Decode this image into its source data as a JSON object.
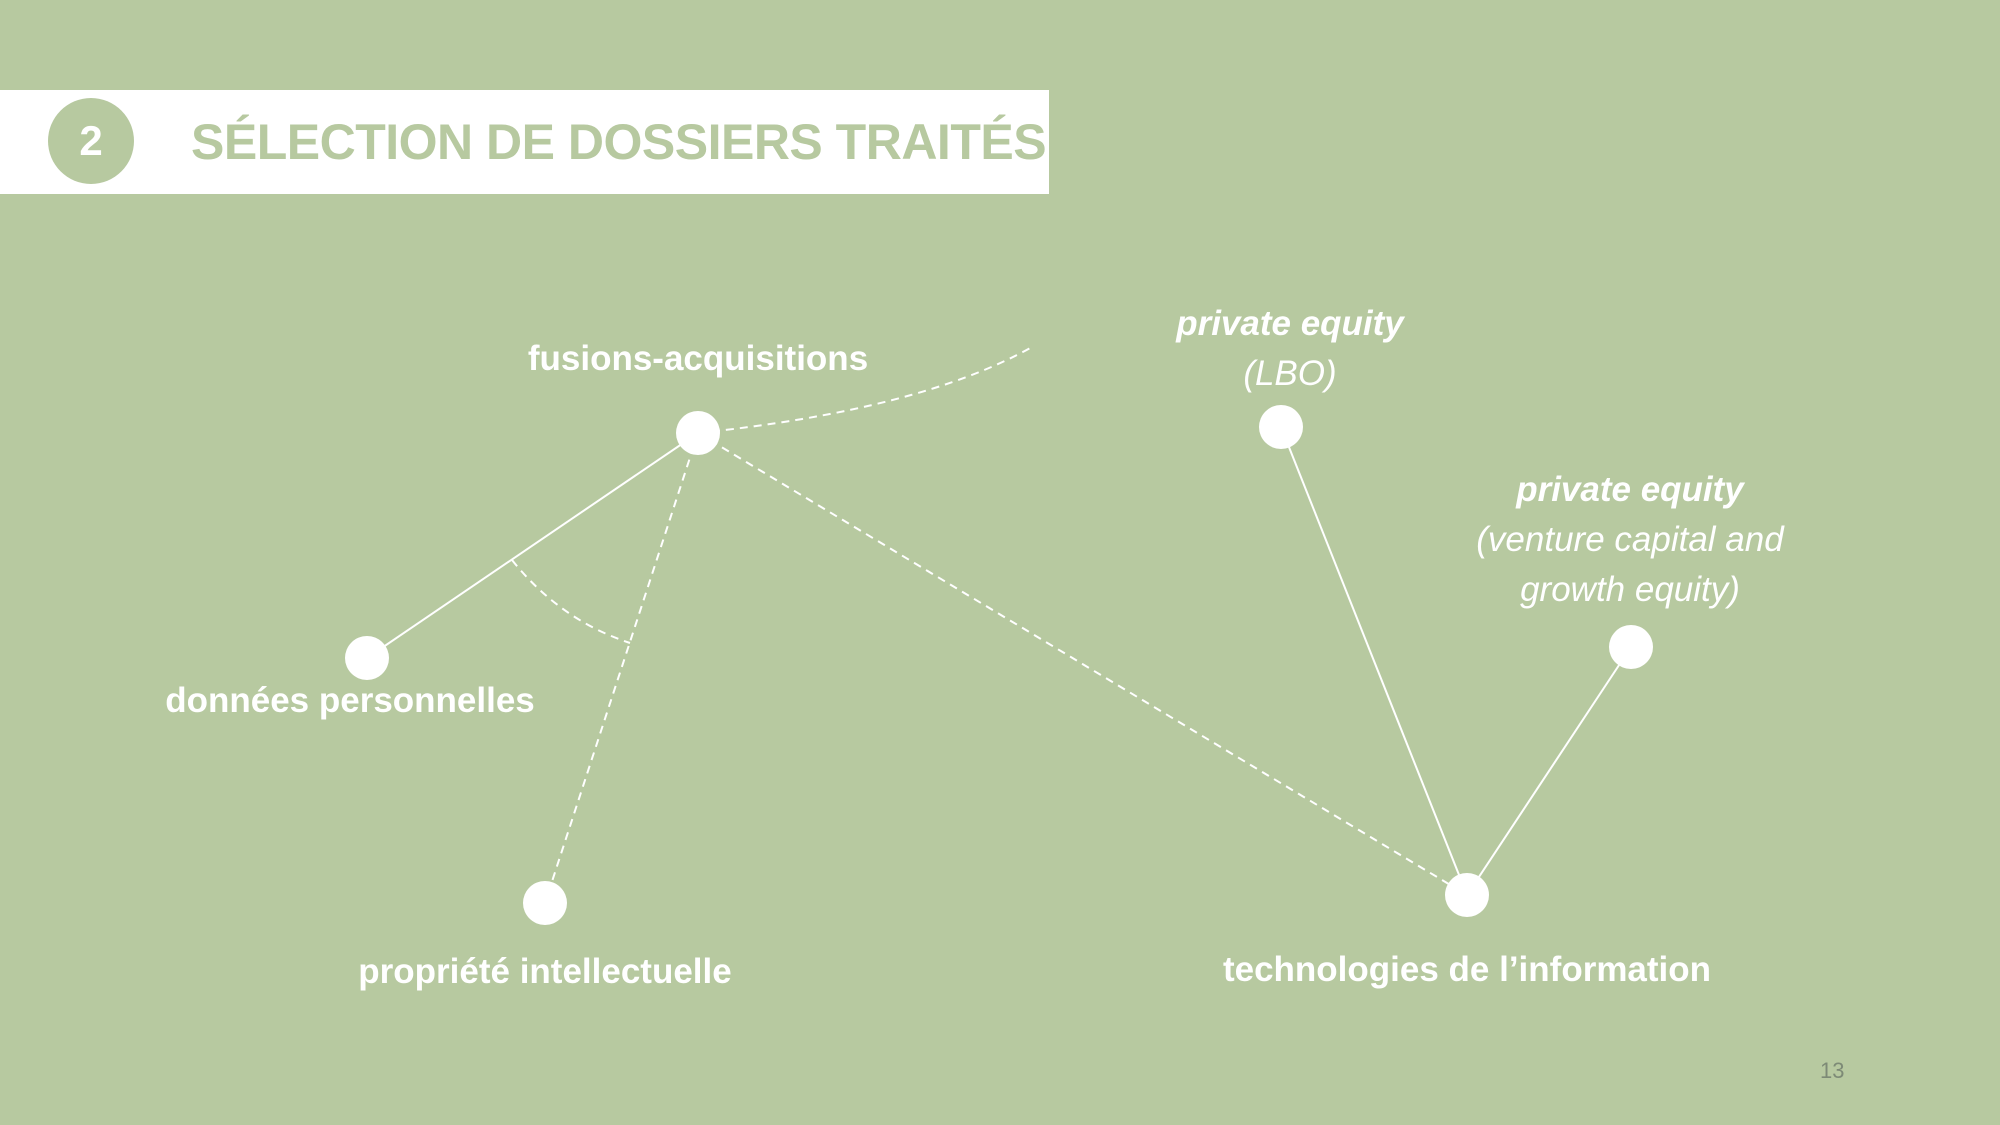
{
  "header": {
    "section_number": "2",
    "title": "SÉLECTION DE DOSSIERS TRAITÉS"
  },
  "nodes": {
    "ma": {
      "label": "fusions-acquisitions"
    },
    "pe_lbo": {
      "label": "private equity",
      "sublabel": "(LBO)"
    },
    "pe_vc": {
      "label": "private equity",
      "sublabel_line1": "(venture capital and",
      "sublabel_line2": "growth equity)"
    },
    "data": {
      "label": "données personnelles"
    },
    "ip": {
      "label": "propriété intellectuelle"
    },
    "it": {
      "label": "technologies de l’information"
    }
  },
  "footer": {
    "page_number": "13"
  },
  "colors": {
    "background": "#b7c9a0",
    "banner": "#ffffff",
    "node": "#ffffff",
    "text": "#ffffff",
    "page_number": "#7d8a76"
  }
}
